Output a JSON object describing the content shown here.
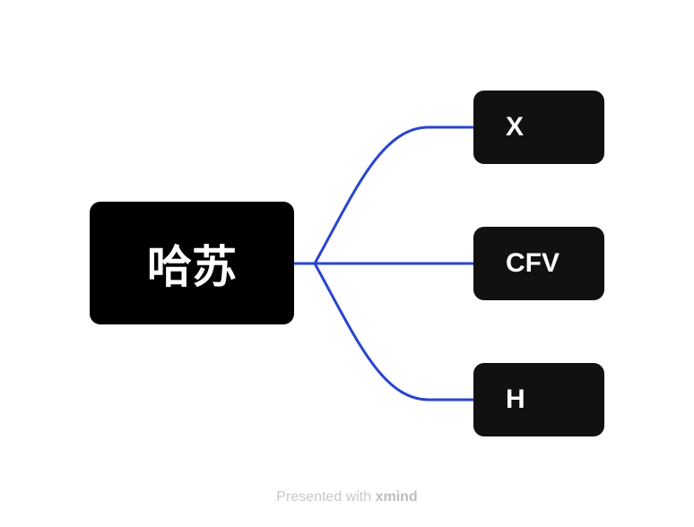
{
  "mindmap": {
    "root": {
      "label": "哈苏"
    },
    "children": [
      {
        "label": "X"
      },
      {
        "label": "CFV"
      },
      {
        "label": "H"
      }
    ],
    "line_color": "#2a44d0"
  },
  "footer": {
    "prefix": "Presented with",
    "brand": "xmind"
  }
}
